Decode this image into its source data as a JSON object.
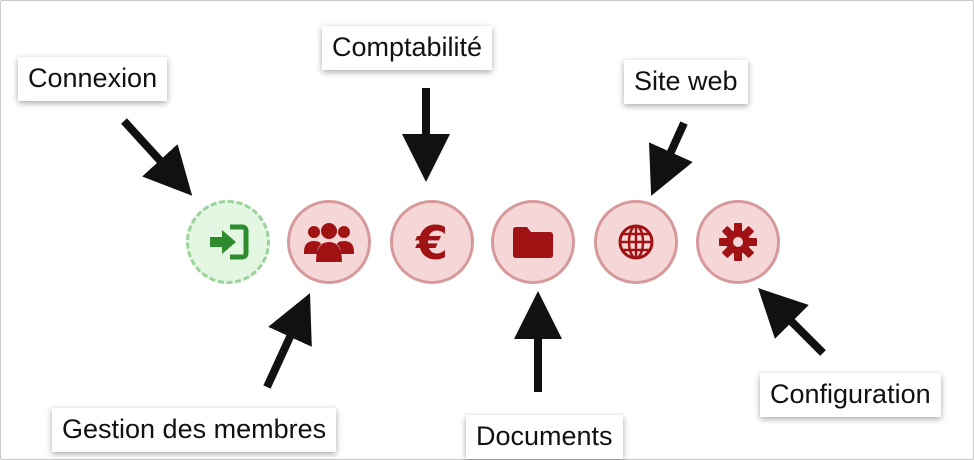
{
  "labels": {
    "connexion": "Connexion",
    "comptabilite": "Comptabilité",
    "site_web": "Site web",
    "gestion_membres": "Gestion des membres",
    "documents": "Documents",
    "configuration": "Configuration"
  },
  "icons": {
    "connexion": "sign-in-icon",
    "membres": "users-icon",
    "comptabilite": "euro-icon",
    "documents": "folder-icon",
    "site_web": "globe-icon",
    "configuration": "gear-icon"
  },
  "euro_symbol": "€",
  "colors": {
    "accent_red": "#a11215",
    "circle_red_fill": "#f5d7d7",
    "circle_red_border": "#d79a9a",
    "accent_green": "#2e8b2e",
    "circle_green_fill": "#e3f7e3",
    "circle_green_border": "#9bd39b"
  }
}
